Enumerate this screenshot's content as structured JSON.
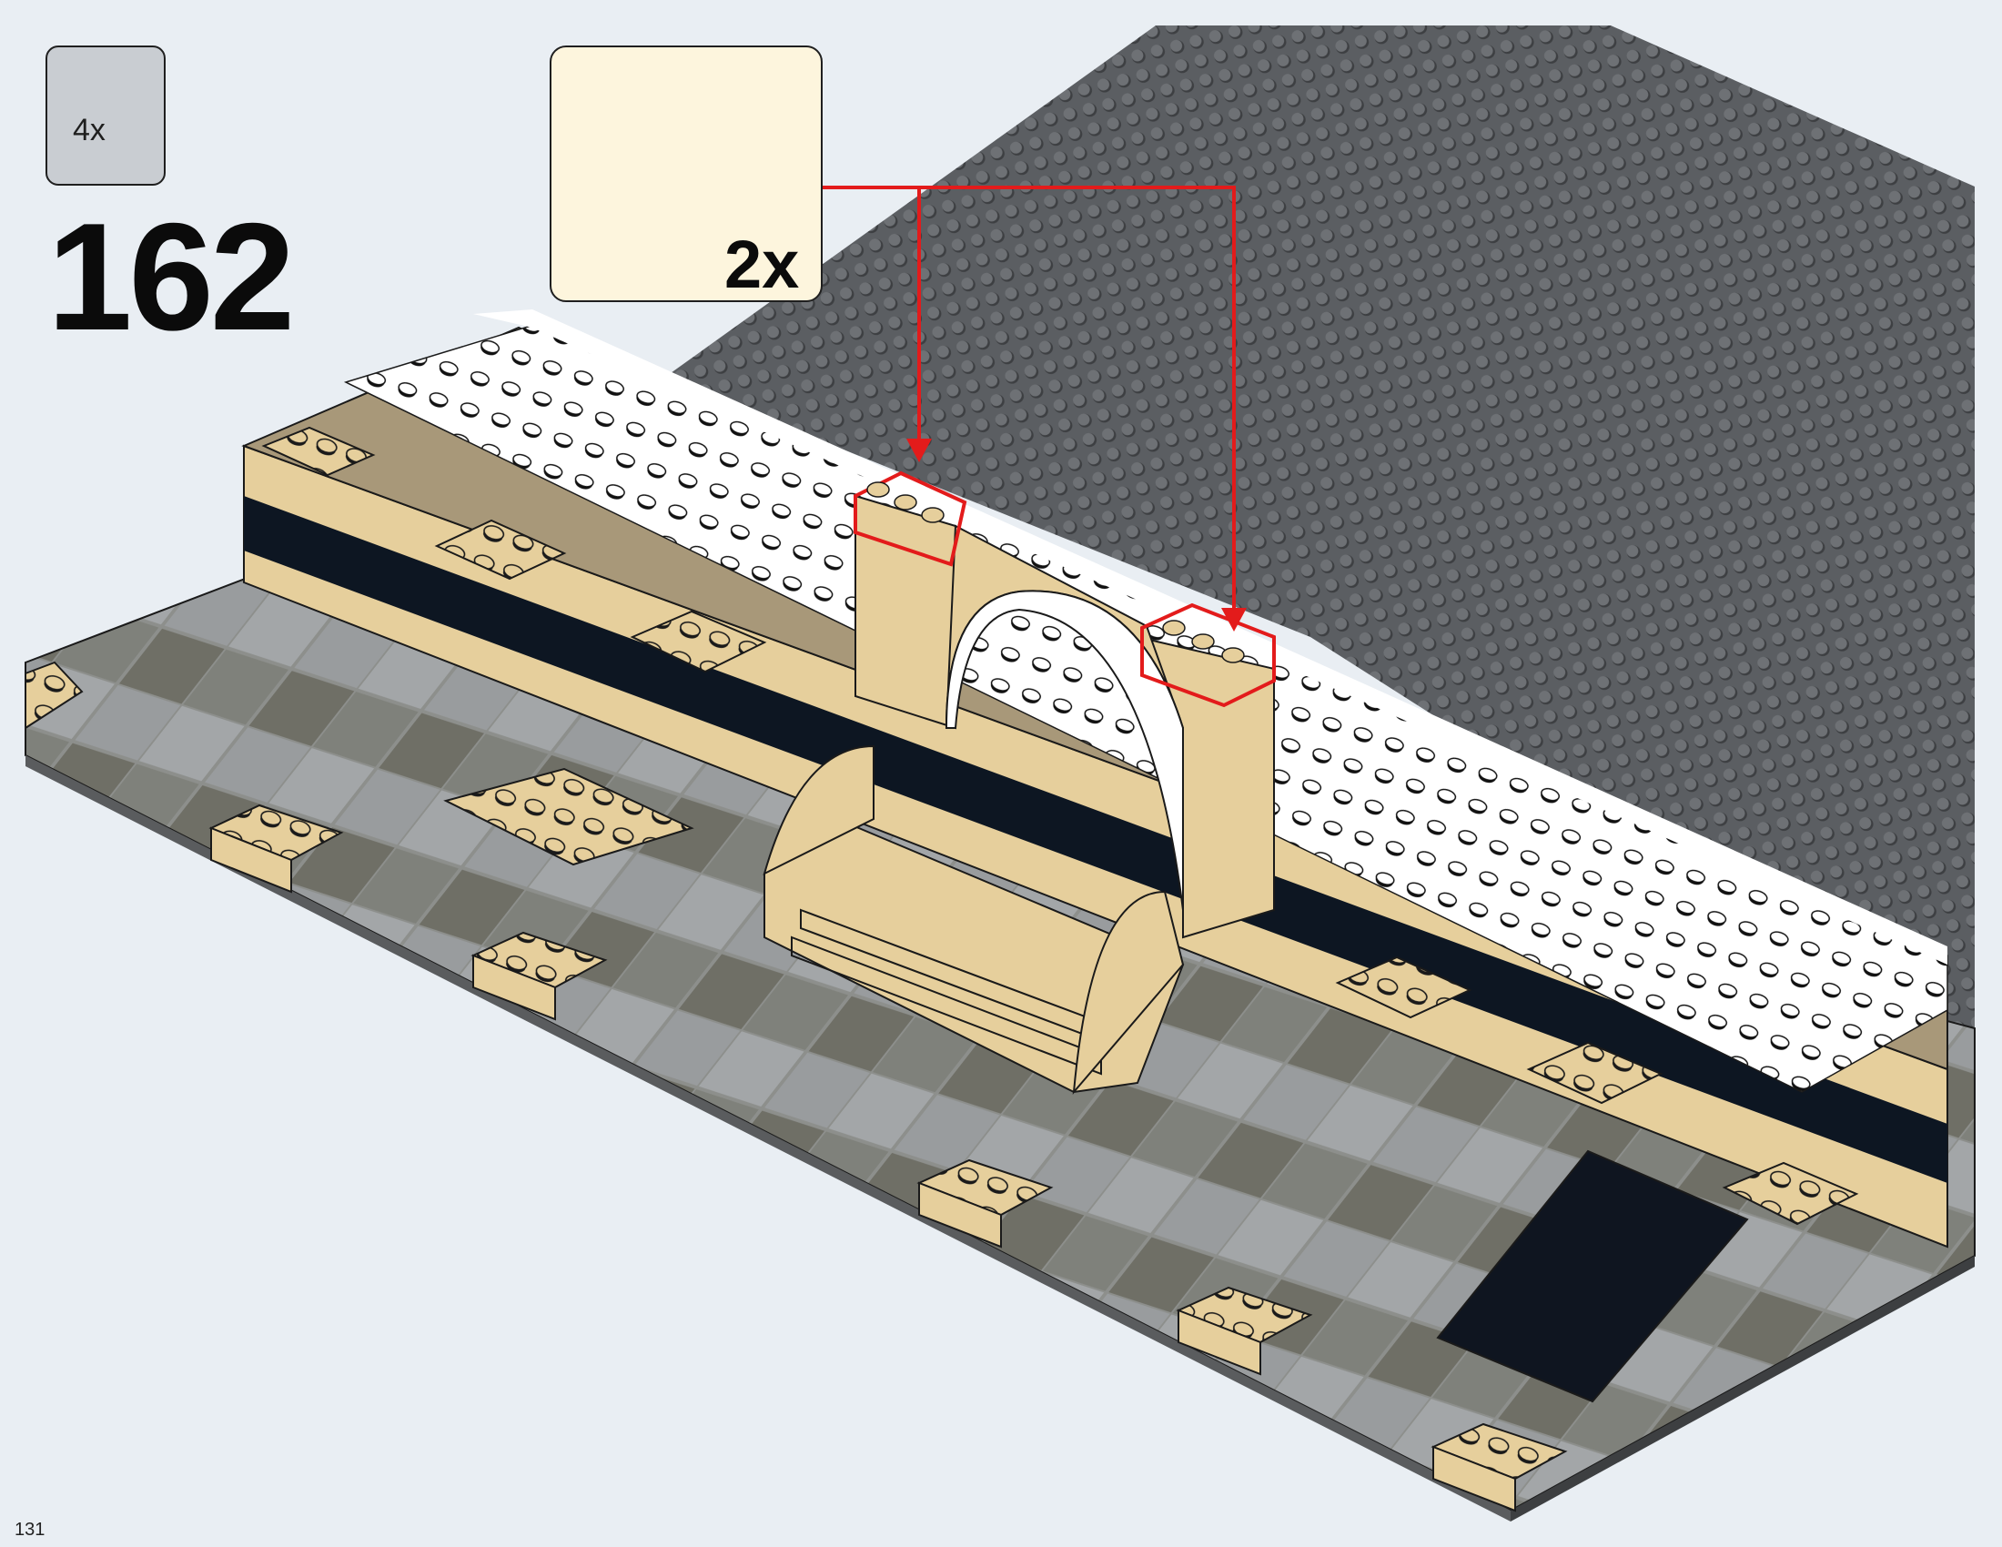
{
  "step": {
    "number": "162"
  },
  "parts_callout": {
    "quantity": "4x",
    "part_icon": "tan-plate-1x3-icon",
    "part_color": "#e6cf9c"
  },
  "subassembly_callout": {
    "quantity": "2x",
    "illustration": "plate-stacking-icon"
  },
  "page": {
    "number": "131"
  },
  "colors": {
    "tan": "#e6cf9c",
    "dark_tan": "#a89879",
    "baseplate": "#5b5e62",
    "arrow": "#e31b1b",
    "callout_bg": "#fdf5dd",
    "parts_bg": "#c9cdd2"
  }
}
